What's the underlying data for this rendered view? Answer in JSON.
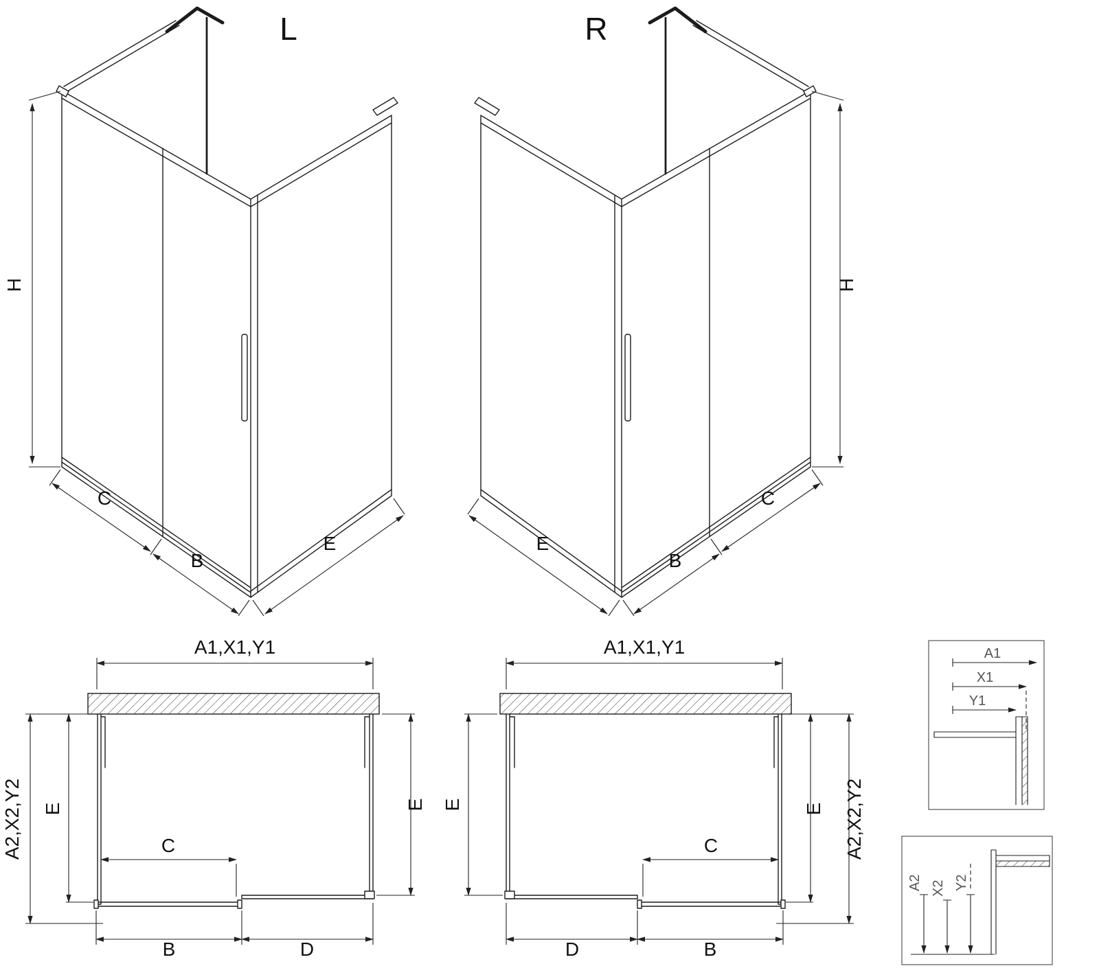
{
  "iso_left": {
    "variant_label": "L",
    "dim_height": "H",
    "dim_c": "C",
    "dim_b": "B",
    "dim_e": "E"
  },
  "iso_right": {
    "variant_label": "R",
    "dim_height": "H",
    "dim_c": "C",
    "dim_b": "B",
    "dim_e": "E"
  },
  "plan_left": {
    "dim_width_top": "A1,X1,Y1",
    "dim_depth_side": "A2,X2,Y2",
    "dim_e_left": "E",
    "dim_e_right": "E",
    "dim_opening": "C",
    "dim_door": "B",
    "dim_fixed": "D"
  },
  "plan_right": {
    "dim_width_top": "A1,X1,Y1",
    "dim_depth_side": "A2,X2,Y2",
    "dim_e_left": "E",
    "dim_e_right": "E",
    "dim_opening": "C",
    "dim_door": "B",
    "dim_fixed": "D"
  },
  "detail_width": {
    "dim_a1": "A1",
    "dim_x1": "X1",
    "dim_y1": "Y1"
  },
  "detail_depth": {
    "dim_a2": "A2",
    "dim_x2": "X2",
    "dim_y2": "Y2"
  }
}
